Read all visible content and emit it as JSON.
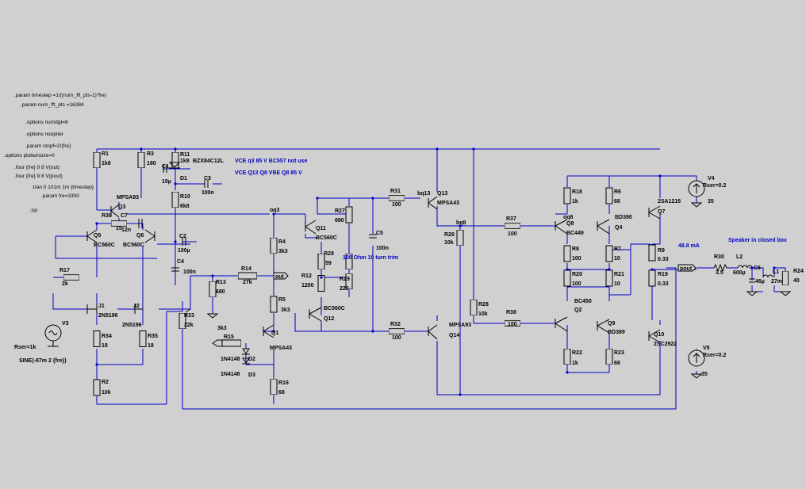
{
  "directives": {
    "timestep": ".param timestep =1/((num_fft_pts-1)*fre)",
    "fftpts": ".param num_fft_pts =16384",
    "numdgt": ".options numdgt=8",
    "noopiter": ".options noopiter",
    "stopf": ".param stopf=2/{fre}",
    "plotwinsize": ".options plotwinsize=0",
    "four1": ".four {fre} 9 8 V(out)",
    "four2": ".four {fre} 9 8 V(pout)",
    "tran": ".tran 0 101m 1m {timestep}",
    "fre": ".param fre=3300",
    "op": ";op"
  },
  "notes": {
    "note1": "VCE q3 85 V BC557 not use",
    "note2": "VCE Q13 Q8 VBE Q8 85 V",
    "trim": "100 Ohm 10 turn trim",
    "current": "48.8 mA",
    "speaker": "Speaker in closed box"
  },
  "components": {
    "R1": "R1",
    "R1v": "1k8",
    "R3": "R3",
    "R3v": "180",
    "R11": "R11",
    "R11v": "1k8",
    "C1": "C1",
    "C1v": "10µ",
    "D1": "D1",
    "D1v": "BZX84C12L",
    "C3": "C3",
    "C3v": "100n",
    "R10": "R10",
    "R10v": "6k8",
    "Q3": "Q3",
    "Q3m": "MPSA93",
    "R38": "R38",
    "R38v": "15",
    "C7": "C7",
    "C7v": "12n",
    "Q5": "Q5",
    "Q5m": "BC560C",
    "Q6": "Q6",
    "Q6m": "BC560C",
    "C2": "C2",
    "C2v": "100µ",
    "C4": "C4",
    "C4v": "100n",
    "R17": "R17",
    "R17v": "2k",
    "J1": "J1",
    "J1m": "2N5196",
    "J2": "J2",
    "J2m": "2N5196",
    "R34": "R34",
    "R34v": "18",
    "R35": "R35",
    "R35v": "18",
    "V3": "V3",
    "V3r": "Rser=1k",
    "V3s": "SINE(-87m 2 {fre})",
    "R2": "R2",
    "R2v": "10k",
    "R33": "R33",
    "R33v": "22k",
    "R13b": "R13",
    "R13bv": "680",
    "R14": "R14",
    "R14v": "27k",
    "out": "out",
    "R4": "R4",
    "R4v": "3k3",
    "R5": "R5",
    "R5v": "3k3",
    "q3k3": "3k3",
    "R15": "R15",
    "D2": "D2",
    "D2m": "1N4148",
    "D3": "D3",
    "D3m": "1N4148",
    "Q1": "Q1",
    "Q1m": "MPSA43",
    "R16": "R16",
    "R16v": "68",
    "oq3": "oq3",
    "Q11": "Q11",
    "Q11m": "BC560C",
    "R27": "R27",
    "R27v": "680",
    "R28": "R28",
    "R28v": "59",
    "R29": "R29",
    "R29v": "220",
    "R12": "R12",
    "R12v": "1200",
    "Q12": "Q12",
    "Q12m": "BC560C",
    "C5": "C5",
    "C5v": "100n",
    "R31": "R31",
    "R31v": "100",
    "bq13": "bq13",
    "Q13": "Q13",
    "Q13m": "MPSA43",
    "R32": "R32",
    "R32v": "100",
    "Q14": "Q14",
    "Q14m": "MPSA93",
    "R26": "R26",
    "R26v": "10k",
    "bq8": "bq8",
    "R28b": "R28",
    "R28bv": "10k",
    "R37": "R37",
    "R37v": "100",
    "R38b": "R38",
    "R38bv": "100",
    "R18": "R18",
    "R18v": "1k",
    "R6": "R6",
    "R6v": "68",
    "oq8": "oq8",
    "Q8": "Q8",
    "Q8m": "BC449",
    "Q4": "Q4",
    "Q4m": "BD390",
    "R8": "R8",
    "R8v": "100",
    "R7": "R7",
    "R7v": "10",
    "R20": "R20",
    "R20v": "100",
    "R21": "R21",
    "R21v": "10",
    "Q2": "Q2",
    "Q2m": "BC450",
    "Q9": "Q9",
    "Q9m": "BD389",
    "R22": "R22",
    "R22v": "1k",
    "R23": "R23",
    "R23v": "68",
    "Q7": "Q7",
    "Q7m": "2SA1216",
    "Q10": "Q10",
    "Q10m": "2SC2922",
    "R9": "R9",
    "R9v": "0.33",
    "R19": "R19",
    "R19v": "0.33",
    "pout": "pout",
    "V4": "V4",
    "V4r": "Rser=0.2",
    "V4v": "35",
    "V5": "V5",
    "V5r": "Rser=0.2",
    "V5v": "35",
    "R30": "R30",
    "R30v": "3.5",
    "L2": "L2",
    "L2v": "600µ",
    "C6": "C6",
    "C6v": "46µ",
    "L1": "L1",
    "L1v": "27m",
    "R24": "R24",
    "R24v": "40"
  },
  "colors": {
    "background": "#d0d0d0",
    "wire": "#0000c8",
    "part": "#000000",
    "note": "#0000c8"
  }
}
